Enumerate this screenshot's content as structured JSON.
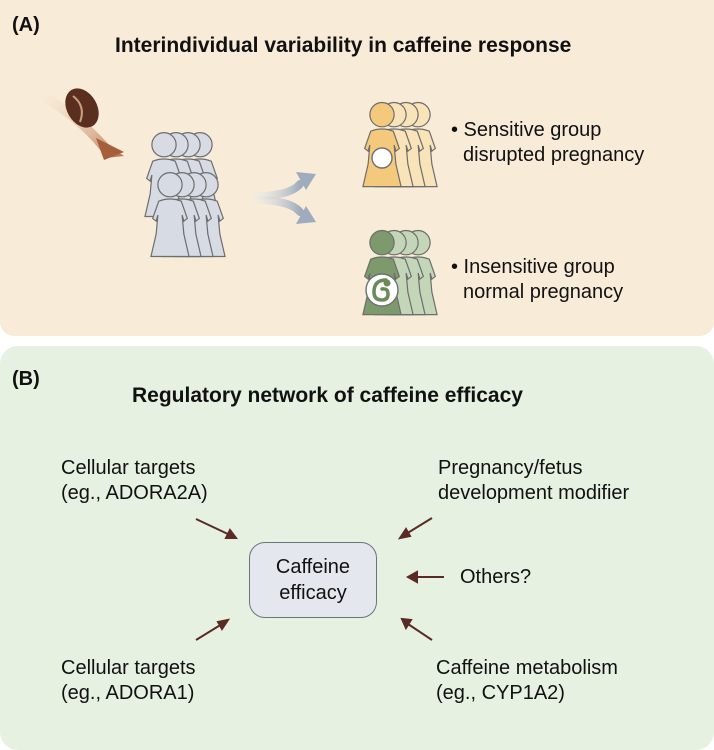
{
  "panel_a": {
    "tag": "(A)",
    "title": "Interindividual variability in caffeine response",
    "sensitive": {
      "line1": "• Sensitive group",
      "line2": "disrupted pregnancy"
    },
    "insensitive": {
      "line1": "• Insensitive group",
      "line2": "normal pregnancy"
    }
  },
  "panel_b": {
    "tag": "(B)",
    "title": "Regulatory network of caffeine efficacy",
    "center": {
      "line1": "Caffeine",
      "line2": "efficacy"
    },
    "top_left": {
      "line1": "Cellular targets",
      "line2": "(eg., ADORA2A)"
    },
    "top_right": {
      "line1": "Pregnancy/fetus",
      "line2": "development modifier"
    },
    "right": {
      "line1": "Others?"
    },
    "bottom_left": {
      "line1": "Cellular targets",
      "line2": "(eg., ADORA1)"
    },
    "bottom_right": {
      "line1": "Caffeine metabolism",
      "line2": "(eg., CYP1A2)"
    }
  },
  "colors": {
    "panel_a_bg": "#f8ecd9",
    "panel_b_bg": "#e6f1e1",
    "gray_figure": "#d6dbe4",
    "sensitive_figure": "#f5c97c",
    "insensitive_figure": "#7d9a6c",
    "arrow": "#5a2a24"
  }
}
